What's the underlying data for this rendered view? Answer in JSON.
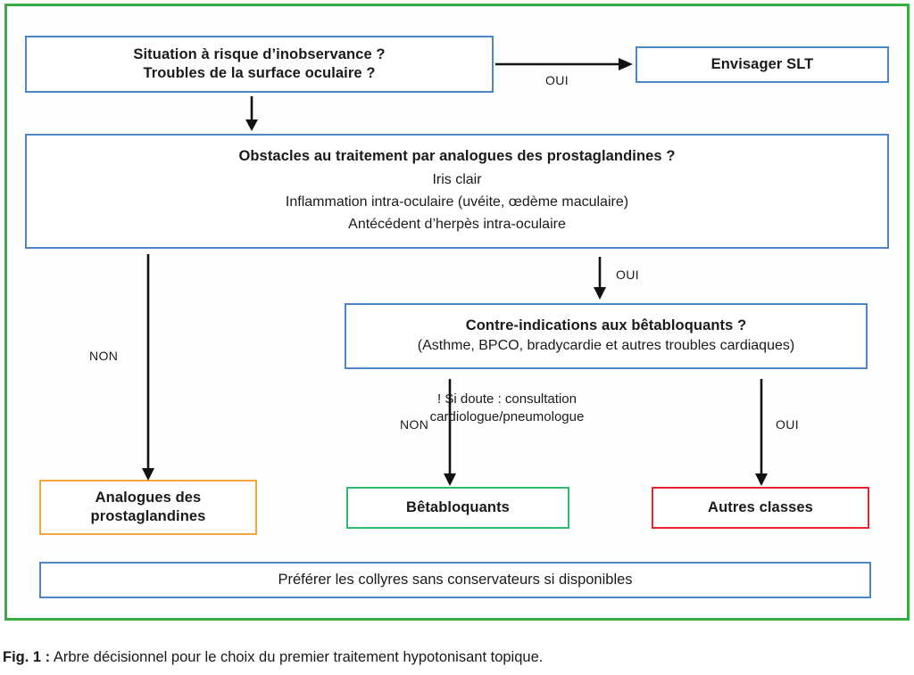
{
  "figure": {
    "caption_label": "Fig. 1 :",
    "caption_text": " Arbre décisionnel pour le choix du premier traitement hypotonisant topique."
  },
  "colors": {
    "frame_green": "#3aaa43",
    "box_blue": "#4a86c8",
    "box_orange": "#efa73b",
    "box_green": "#2eb872",
    "box_red": "#e8242c",
    "arrow_black": "#111111",
    "text": "#1a1a1a"
  },
  "nodes": {
    "risk": {
      "line1": "Situation à risque d’inobservance ?",
      "line2": "Troubles de la surface oculaire ?"
    },
    "slt": {
      "title": "Envisager SLT"
    },
    "obstacles": {
      "title": "Obstacles au traitement par analogues des prostaglandines ?",
      "line1": "Iris clair",
      "line2": "Inflammation intra-oculaire (uvéite, œdème maculaire)",
      "line3": "Antécédent d’herpès intra-oculaire"
    },
    "ci_beta": {
      "title": "Contre-indications aux bêtabloquants ?",
      "line1": "(Asthme, BPCO, bradycardie et autres troubles cardiaques)"
    },
    "prostaglandines": {
      "line1": "Analogues des",
      "line2": "prostaglandines"
    },
    "betabloquants": {
      "title": "Bêtabloquants"
    },
    "autres": {
      "title": "Autres classes"
    },
    "collyres": {
      "text": "Préférer les collyres sans conservateurs si disponibles"
    }
  },
  "edges": {
    "oui_slt": "OUI",
    "oui_obstacles": "OUI",
    "non_left": "NON",
    "non_middle": "NON",
    "oui_right": "OUI",
    "note_line1": "! Si doute : consultation",
    "note_line2": "cardiologue/pneumologue"
  }
}
